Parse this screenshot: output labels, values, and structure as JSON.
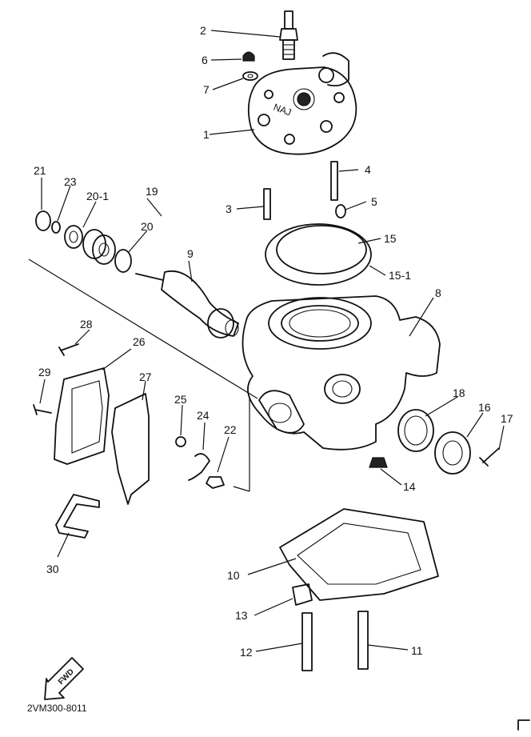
{
  "diagram": {
    "drawing_code": "2VM300-8011",
    "direction_marker": "FWD",
    "head_marking": "NAJ",
    "callouts": {
      "c1": "1",
      "c2": "2",
      "c3": "3",
      "c4": "4",
      "c5": "5",
      "c6": "6",
      "c7": "7",
      "c8": "8",
      "c9": "9",
      "c10": "10",
      "c11": "11",
      "c12": "12",
      "c13": "13",
      "c14": "14",
      "c15": "15",
      "c15_1": "15-1",
      "c16": "16",
      "c17": "17",
      "c18": "18",
      "c19": "19",
      "c20": "20",
      "c20_1": "20-1",
      "c21": "21",
      "c22": "22",
      "c23": "23",
      "c24": "24",
      "c25": "25",
      "c26": "26",
      "c27": "27",
      "c28": "28",
      "c29": "29",
      "c30": "30"
    }
  }
}
